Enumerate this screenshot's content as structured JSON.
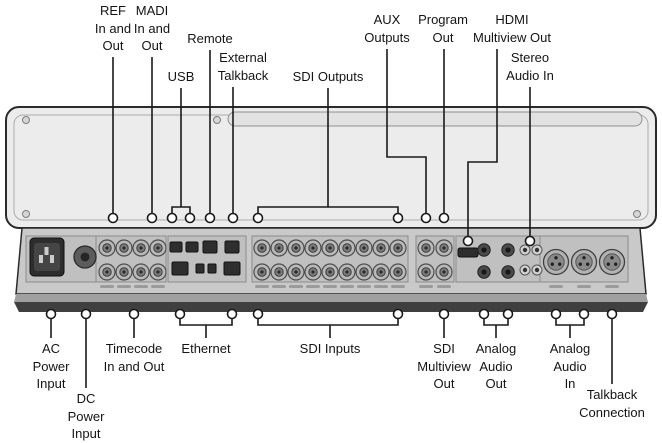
{
  "labels": {
    "top": {
      "ref": "REF\nIn and\nOut",
      "madi": "MADI\nIn and\nOut",
      "remote": "Remote",
      "usb": "USB",
      "external_talkback": "External\nTalkback",
      "sdi_outputs": "SDI Outputs",
      "aux_outputs": "AUX\nOutputs",
      "program_out": "Program\nOut",
      "hdmi_multiview_out": "HDMI\nMultiview Out",
      "stereo_audio_in": "Stereo\nAudio In"
    },
    "bottom": {
      "ac_power_input": "AC\nPower\nInput",
      "dc_power_input": "DC\nPower\nInput",
      "timecode_in_out": "Timecode\nIn and Out",
      "ethernet": "Ethernet",
      "sdi_inputs": "SDI Inputs",
      "sdi_multiview_out": "SDI\nMultiview\nOut",
      "analog_audio_out": "Analog\nAudio\nOut",
      "analog_audio_in": "Analog\nAudio\nIn",
      "talkback_connection": "Talkback\nConnection"
    }
  },
  "colors": {
    "background": "#ffffff",
    "callout_line": "#1a1a1a",
    "chassis": "#ececec",
    "rear_panel": "#c9c9c9",
    "base": "#3f3f3f"
  }
}
